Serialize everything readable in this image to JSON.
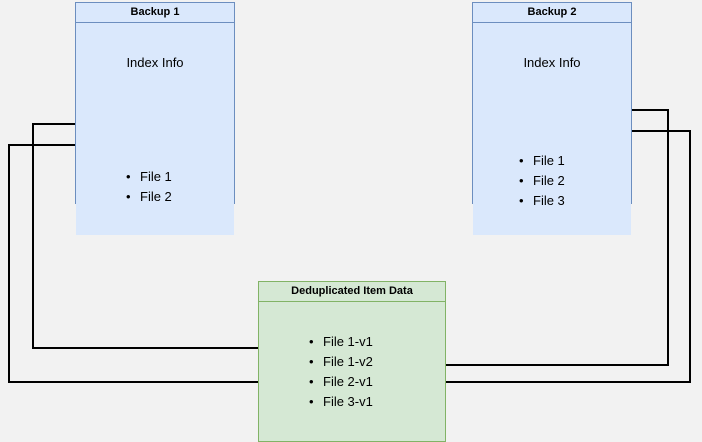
{
  "diagram": {
    "background_color": "#f2f2f2",
    "boxes": [
      {
        "id": "backup1",
        "header": "Backup 1",
        "title": "Index Info",
        "fill": "#dae8fc",
        "stroke": "#6c8ebf",
        "items": [
          "File 1",
          "File 2"
        ]
      },
      {
        "id": "backup2",
        "header": "Backup 2",
        "title": "Index Info",
        "fill": "#dae8fc",
        "stroke": "#6c8ebf",
        "items": [
          "File 1",
          "File 2",
          "File 3"
        ]
      },
      {
        "id": "dedup",
        "header": "Deduplicated Item Data",
        "title": "",
        "fill": "#d5e8d4",
        "stroke": "#82b366",
        "items": [
          "File 1-v1",
          "File 1-v2",
          "File 2-v1",
          "File 3-v1"
        ]
      }
    ],
    "connector_color": "#000000",
    "connectors": [
      "backup1-file1-to-dedup-file1v1",
      "backup1-file2-to-dedup-file2v1",
      "backup2-file1-to-dedup-file1v2",
      "backup2-file2-to-dedup-file2v1"
    ]
  }
}
